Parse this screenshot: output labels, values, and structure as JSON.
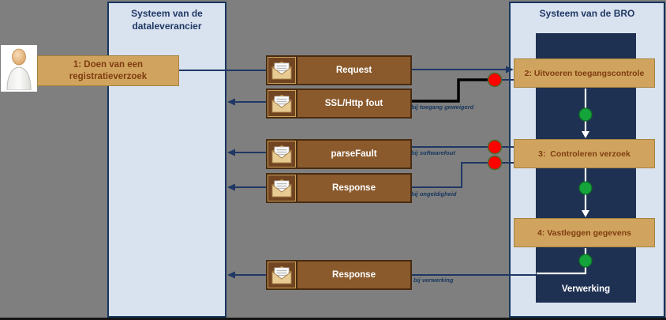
{
  "left_panel": {
    "title": "Systeem van de dataleverancier"
  },
  "right_panel": {
    "title": "Systeem van de BRO",
    "process_label": "Verwerking"
  },
  "actor": {
    "step_label": "1: Doen van een registratieverzoek"
  },
  "messages": [
    {
      "label": "Request",
      "note": ""
    },
    {
      "label": "SSL/Http fout",
      "note": "bij toegang geweigerd"
    },
    {
      "label": "parseFault",
      "note": "bij softwarefout"
    },
    {
      "label": "Response",
      "note": "bij ongeldigheid"
    },
    {
      "label": "Response",
      "note": "bij verwerking"
    }
  ],
  "bro_steps": [
    {
      "label": "2: Uitvoeren toegangscontrole"
    },
    {
      "label": "3:  Controleren verzoek"
    },
    {
      "label": "4: Vastleggen gegevens"
    }
  ],
  "icons": {
    "actor": "person-icon",
    "message": "envelope-icon",
    "ok": "green-dot-icon",
    "error": "red-dot-icon"
  },
  "colors": {
    "background": "#7f7f7f",
    "panel_blue": "#d9e2ef",
    "panel_border": "#17365d",
    "dark_panel": "#1f3152",
    "tan_fill": "#d0a45e",
    "tan_border": "#a5823f",
    "tan_text": "#7f3d10",
    "brown_fill": "#8a5a2d",
    "brown_border": "#4a2c11",
    "wire_navy": "#1f3864",
    "error_wire_black": "#000000",
    "red_dot": "#fe0100",
    "green_dot": "#15a33c"
  }
}
